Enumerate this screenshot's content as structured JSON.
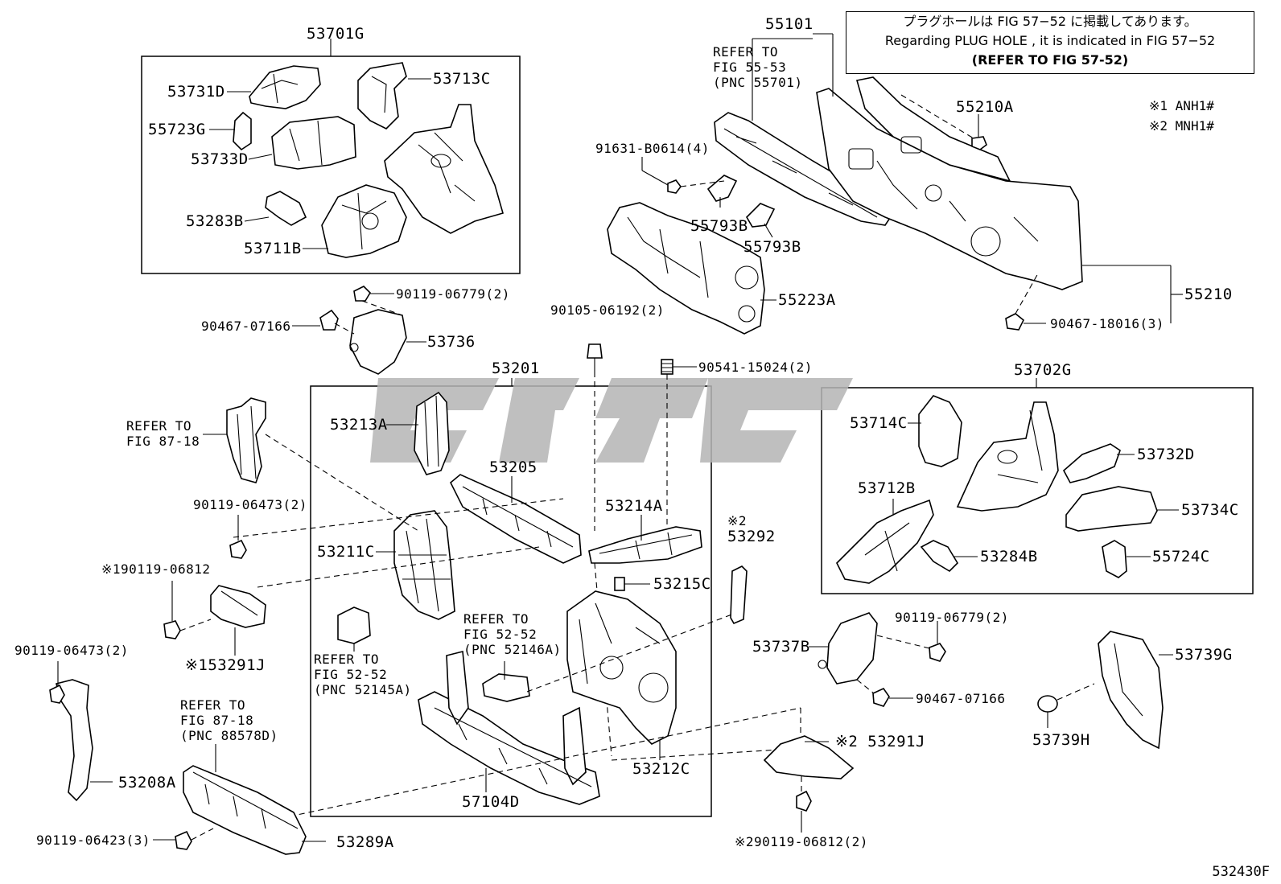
{
  "note": {
    "line1": "プラグホールは FIG 57−52 に掲載してあります。",
    "line2": "Regarding PLUG HOLE , it is indicated in FIG 57−52",
    "line3": "(REFER TO FIG 57-52)"
  },
  "legend": [
    "※1 ANH1#",
    "※2 MNH1#"
  ],
  "figure_number": "532430F",
  "groups": {
    "g53701G": "53701G",
    "g53201": "53201",
    "g53702G": "53702G"
  },
  "labels": {
    "p53731D": "53731D",
    "p53713C": "53713C",
    "p55723G": "55723G",
    "p53733D": "53733D",
    "p53283B": "53283B",
    "p53711B": "53711B",
    "p90119_06779_a": "90119-06779(2)",
    "p90467_07166_a": "90467-07166",
    "p53736": "53736",
    "p55101": "55101",
    "ref55_53": "REFER TO\nFIG 55-53\n(PNC 55701)",
    "p55210A": "55210A",
    "p91631": "91631-B0614(4)",
    "p55793B_a": "55793B",
    "p55793B_b": "55793B",
    "p55223A": "55223A",
    "p55210": "55210",
    "p90105": "90105-06192(2)",
    "p90467_18016": "90467-18016(3)",
    "p90541": "90541-15024(2)",
    "ref87_18_a": "REFER TO\nFIG 87-18",
    "p90119_06473_a": "90119-06473(2)",
    "p90119_06812_a": "※190119-06812",
    "p53291J_a": "※153291J",
    "p90119_06473_b": "90119-06473(2)",
    "p53208A": "53208A",
    "ref87_18_b": "REFER TO\nFIG 87-18\n(PNC 88578D)",
    "p90119_06423": "90119-06423(3)",
    "p53289A": "53289A",
    "p53213A": "53213A",
    "p53205": "53205",
    "p53214A": "53214A",
    "p53211C": "53211C",
    "p53215C": "53215C",
    "ref52_52_a": "REFER TO\nFIG 52-52\n(PNC 52146A)",
    "ref52_52_b": "REFER TO\nFIG 52-52\n(PNC 52145A)",
    "p53212C": "53212C",
    "p57104D": "57104D",
    "p53292_mark": "※2",
    "p53292": "53292",
    "p53714C": "53714C",
    "p53732D": "53732D",
    "p53712B": "53712B",
    "p53734C": "53734C",
    "p53284B": "53284B",
    "p55724C": "55724C",
    "p53737B": "53737B",
    "p90119_06779_b": "90119-06779(2)",
    "p90467_07166_b": "90467-07166",
    "p53739G": "53739G",
    "p53739H": "53739H",
    "p53291J_b": "※2 53291J",
    "p90119_06812_b": "※290119-06812(2)"
  },
  "colors": {
    "line": "#000000",
    "background": "#ffffff",
    "watermark": "#b5b5b5"
  }
}
